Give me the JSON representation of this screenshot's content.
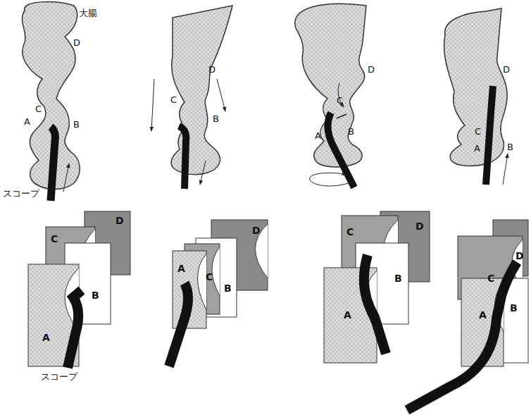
{
  "diagram": {
    "labels": [
      "大腸",
      "D",
      "C",
      "B",
      "A",
      "スコープ",
      "D",
      "C",
      "B",
      "D",
      "C",
      "B",
      "A",
      "D",
      "C",
      "A",
      "B",
      "C",
      "D",
      "B",
      "A",
      "スコープ",
      "A",
      "C",
      "D",
      "B",
      "C",
      "D",
      "B",
      "A",
      "D",
      "C",
      "A",
      "B"
    ]
  }
}
